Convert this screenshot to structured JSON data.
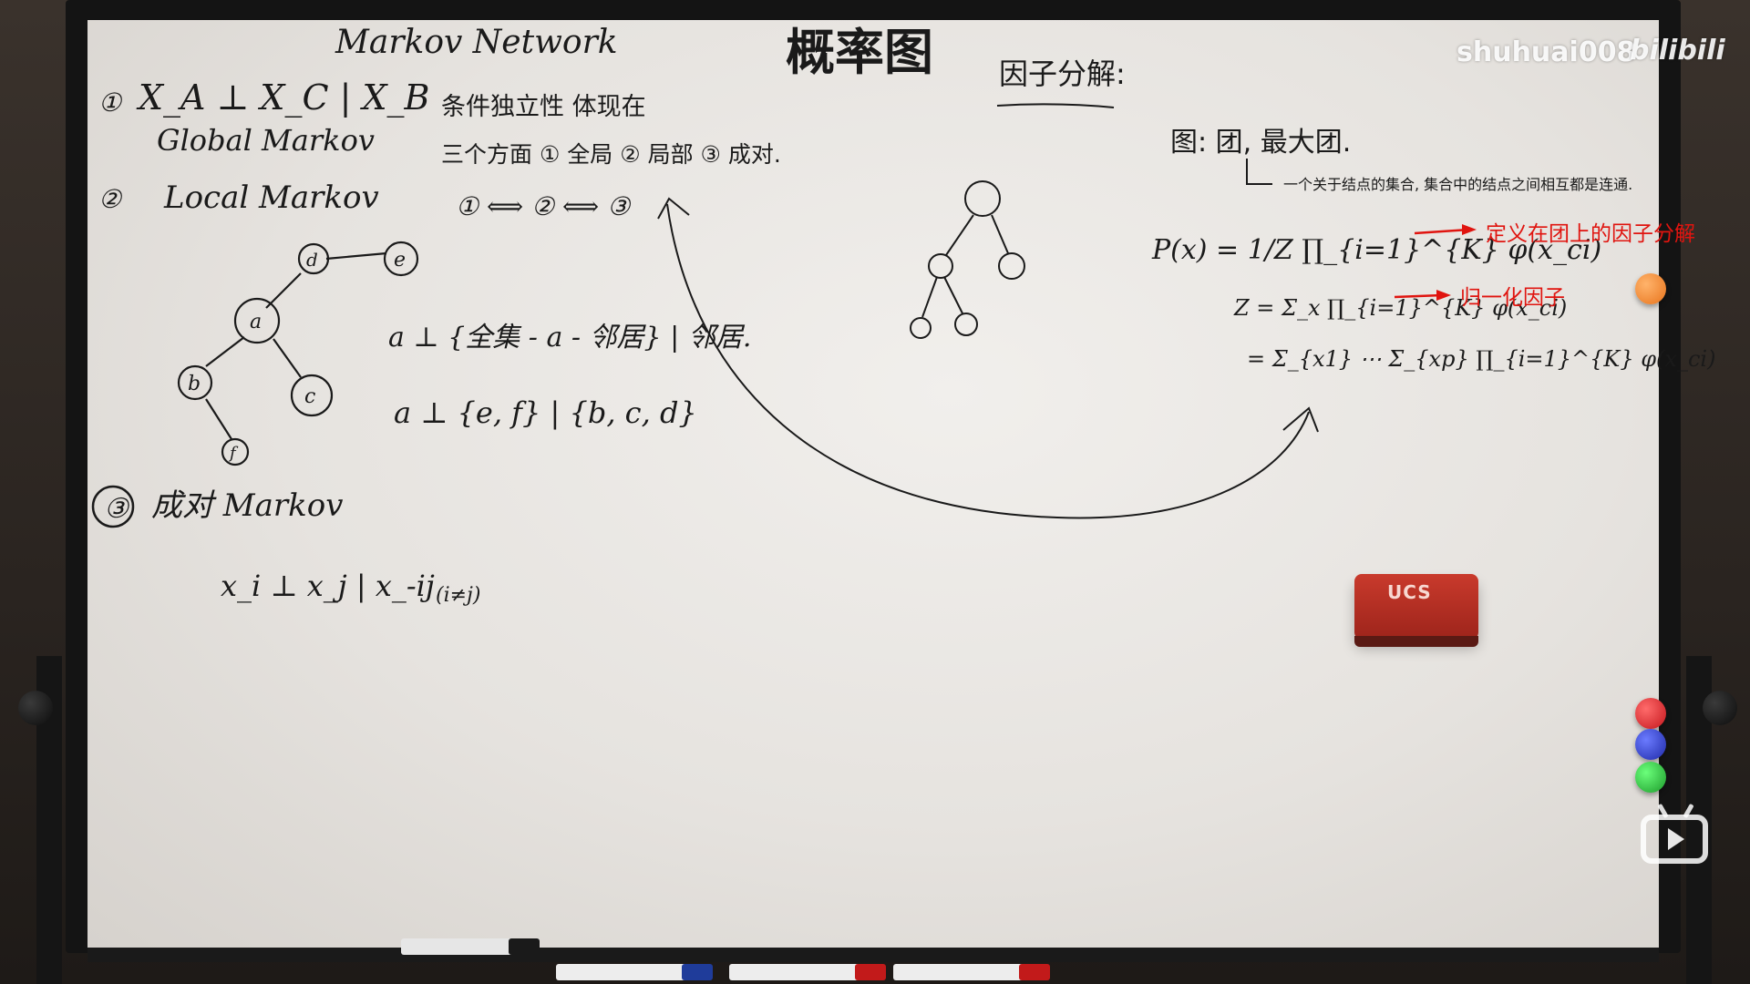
{
  "video": {
    "uploader": "shuhuai008",
    "platform_logo": "bilibili",
    "play_icon": "tv-play-icon"
  },
  "board": {
    "title": "概率图",
    "heading_left": "Markov Network",
    "left": {
      "item1_formula": "X_A ⊥ X_C | X_B",
      "item1_num": "①",
      "item1_name": "Global Markov",
      "item2_num": "②",
      "item2_name": "Local Markov",
      "graph_nodes": [
        "d",
        "e",
        "a",
        "b",
        "c",
        "f"
      ],
      "local_eq1": "a ⊥ {全集 - a - 邻居} | 邻居.",
      "local_eq2": "a ⊥ {e, f} | {b, c, d}",
      "item3_num": "③",
      "item3_name": "成对 Markov",
      "pairwise_eq": "x_i ⊥ x_j | x_-ij",
      "pairwise_cond": "(i≠j)"
    },
    "middle": {
      "line1": "条件独立性 体现在",
      "line2": "三个方面 ① 全局 ② 局部 ③ 成对.",
      "equivalence": "① ⟺ ② ⟺ ③"
    },
    "right": {
      "heading": "因子分解:",
      "line_graph": "图: 团, 最大团.",
      "clique_note": "一个关于结点的集合, 集合中的结点之间相互都是连通.",
      "px_formula": "P(x) = 1/Z ∏_{i=1}^{K} φ(x_ci)",
      "z_formula": "Z = Σ_x ∏_{i=1}^{K} φ(x_ci)",
      "z_formula2": "= Σ_{x1} ⋯ Σ_{xp} ∏_{i=1}^{K} φ(x_ci)"
    },
    "annotations": {
      "factorization_label": "定义在团上的因子分解",
      "normalization_label": "归一化因子"
    },
    "eraser_label": "UCS"
  },
  "colors": {
    "ink": "#1a1a1a",
    "annotation_red": "#e0140f",
    "board_white": "#ecebe8",
    "frame": "#141414",
    "eraser_red": "#b52e22"
  }
}
